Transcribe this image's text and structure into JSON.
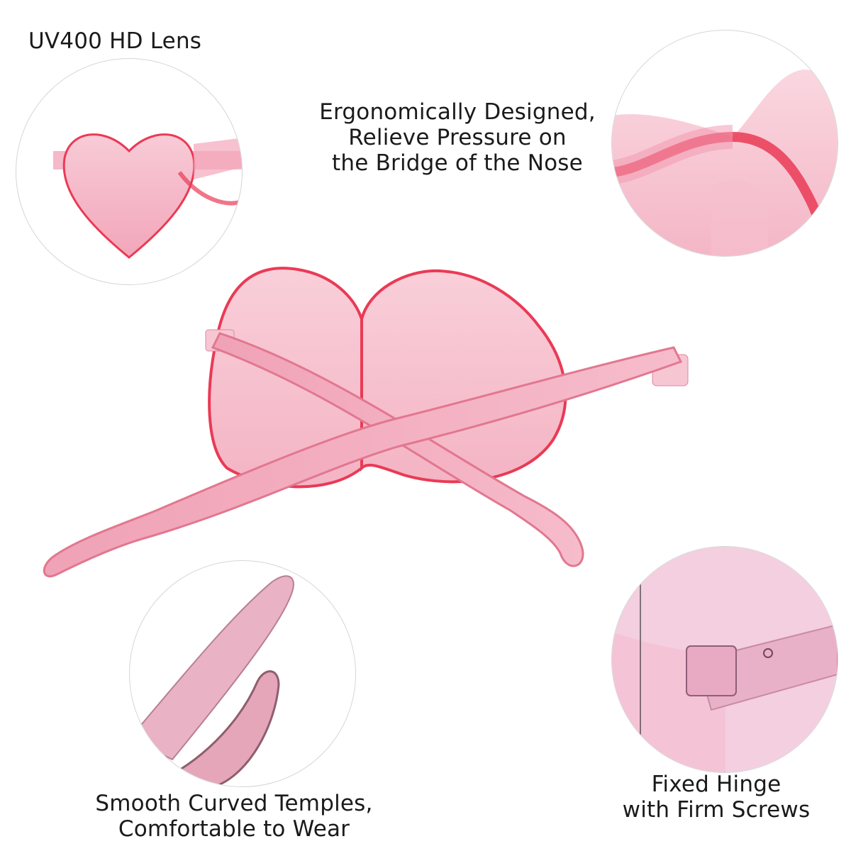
{
  "features": {
    "uv_lens": "UV400 HD Lens",
    "ergonomic": {
      "line1": "Ergonomically Designed,",
      "line2": "Relieve Pressure on",
      "line3": "the Bridge of the Nose"
    },
    "temples": {
      "line1": "Smooth Curved Temples,",
      "line2": "Comfortable to Wear"
    },
    "hinge": {
      "line1": "Fixed Hinge",
      "line2": "with Firm Screws"
    }
  },
  "colors": {
    "lens": "#f7c3d1",
    "lens_edge": "#ea3a55",
    "temple": "#f2a9bc",
    "temple_dark": "#e2778f"
  }
}
